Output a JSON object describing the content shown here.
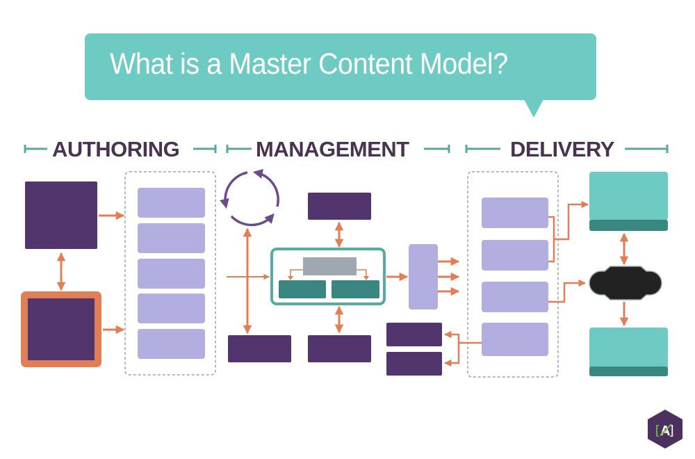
{
  "title": "What is a Master Content Model?",
  "sections": [
    {
      "id": "authoring",
      "label": "AUTHORING"
    },
    {
      "id": "management",
      "label": "MANAGEMENT"
    },
    {
      "id": "delivery",
      "label": "DELIVERY"
    }
  ],
  "colors": {
    "bubble": "#6dcbc4",
    "heading_text": "#4a3350",
    "divider": "#56a8a2",
    "dark_purple": "#53356e",
    "light_purple": "#b3aee0",
    "arrow_orange": "#e07f55",
    "teal": "#6dcbc4",
    "dark_teal": "#3a8680",
    "teal_outline": "#58aaa5",
    "gray_block": "#9ea7b2",
    "cycle_purple": "#6c4a8c",
    "dashed_border": "#9aa3ae",
    "black_node": "#222222",
    "logo_bg": "#4a3160",
    "logo_accent": "#7ac043"
  },
  "logo": {
    "glyph": "A",
    "brackets": [
      "[",
      "]"
    ],
    "name": "agility-logo"
  }
}
